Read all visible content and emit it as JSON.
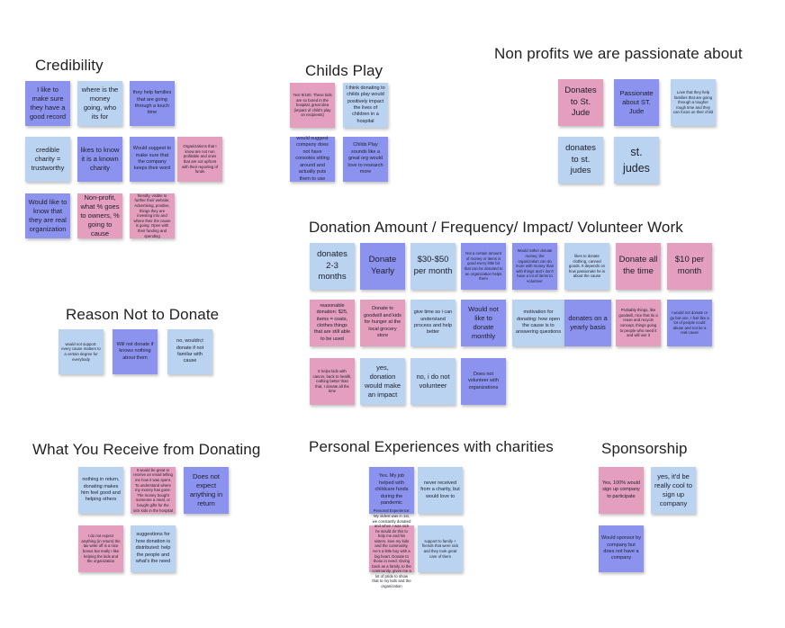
{
  "sections": [
    {
      "id": "credibility",
      "title": "Credibility"
    },
    {
      "id": "childs-play",
      "title": "Childs Play"
    },
    {
      "id": "non-profits",
      "title": "Non profits we are passionate about"
    },
    {
      "id": "donation",
      "title": "Donation Amount / Frequency/ Impact/ Volunteer Work"
    },
    {
      "id": "reason-not",
      "title": "Reason Not to Donate"
    },
    {
      "id": "receive",
      "title": "What You Receive from Donating"
    },
    {
      "id": "personal",
      "title": "Personal Experiences with charities"
    },
    {
      "id": "sponsorship",
      "title": "Sponsorship"
    }
  ],
  "colors": {
    "blue": "#b9d3f1",
    "purple": "#8c93ef",
    "pink": "#e39fbd"
  },
  "notes": [
    {
      "section": "credibility",
      "color": "purple",
      "text": "I like to make sure they have a good record"
    },
    {
      "section": "credibility",
      "color": "blue",
      "text": "where is the money going, who its for"
    },
    {
      "section": "credibility",
      "color": "purple",
      "text": "they help families that are going through a touch time"
    },
    {
      "section": "credibility",
      "color": "blue",
      "text": "credible charity = trustworthy"
    },
    {
      "section": "credibility",
      "color": "purple",
      "text": "likes to know it is a known charity"
    },
    {
      "section": "credibility",
      "color": "purple",
      "text": "Would suggest to make sure that the company keeps their word"
    },
    {
      "section": "credibility",
      "color": "pink",
      "text": "Organizations that I know are not non profitable and ones that are not upfront with their reporting of funds"
    },
    {
      "section": "credibility",
      "color": "purple",
      "text": "Would like to know that they are real organization"
    },
    {
      "section": "credibility",
      "color": "pink",
      "text": "Non-profit, what % goes to owners, % going to cause"
    },
    {
      "section": "credibility",
      "color": "pink",
      "text": "friendly, visible to further their website, Advertising, positive, things they are investing into and where their the cause is going. Open with their funding and spending"
    },
    {
      "section": "childs-play",
      "color": "pink",
      "text": "Yes! 9/100. These kids are so bored in the hospital, great idea (impact of child's play on recipients)"
    },
    {
      "section": "childs-play",
      "color": "blue",
      "text": "I think donating to childs play would positively impact the lives of children in a hospital"
    },
    {
      "section": "childs-play",
      "color": "purple",
      "text": "would suggest company does not have consoles sitting around and actually puts them to use"
    },
    {
      "section": "childs-play",
      "color": "purple",
      "text": "Childs Play sounds like a great org would love to research more"
    },
    {
      "section": "non-profits",
      "color": "pink",
      "text": "Donates to St. Jude"
    },
    {
      "section": "non-profits",
      "color": "purple",
      "text": "Passionate about ST. Jude"
    },
    {
      "section": "non-profits",
      "color": "blue",
      "text": "Love that they help families that are going through a tougher rough time and they can focus on their child"
    },
    {
      "section": "non-profits",
      "color": "blue",
      "text": "donates to st. judes"
    },
    {
      "section": "non-profits",
      "color": "blue",
      "text": "st. judes"
    },
    {
      "section": "donation",
      "color": "blue",
      "text": "donates 2-3 months"
    },
    {
      "section": "donation",
      "color": "purple",
      "text": "Donate Yearly"
    },
    {
      "section": "donation",
      "color": "blue",
      "text": "$30-$50 per month"
    },
    {
      "section": "donation",
      "color": "purple",
      "text": "Not a certain amount of money or items is good every little bit that can be donated to an organization helps them"
    },
    {
      "section": "donation",
      "color": "purple",
      "text": "Would rather donate money, the organization can do more with money than with things and I don't have a lot of items to volunteer"
    },
    {
      "section": "donation",
      "color": "blue",
      "text": "likes to donate clothing, canned goods. It depends on how passionate he is about the cause"
    },
    {
      "section": "donation",
      "color": "pink",
      "text": "Donate all the time"
    },
    {
      "section": "donation",
      "color": "pink",
      "text": "$10 per month"
    },
    {
      "section": "donation",
      "color": "pink",
      "text": "reasonable donation: $25, items = coats, clothes things that are still able to be used"
    },
    {
      "section": "donation",
      "color": "pink",
      "text": "Donate to goodwill and kids for hunger at the local grocery store"
    },
    {
      "section": "donation",
      "color": "blue",
      "text": "give time so i can understand process and help better"
    },
    {
      "section": "donation",
      "color": "purple",
      "text": "Would not like to donate monthly"
    },
    {
      "section": "donation",
      "color": "blue",
      "text": "motivation for donating: how open the cause is to answering questions"
    },
    {
      "section": "donation",
      "color": "purple",
      "text": "donates on a yearly basis"
    },
    {
      "section": "donation",
      "color": "pink",
      "text": "Probably things, like goodwill, nice that its a reuse and recycle concept, things going to people who need it and will use it"
    },
    {
      "section": "donation",
      "color": "purple",
      "text": "I would not donate or go but one, I feel like a lot of people could abuse and not be a real cause"
    },
    {
      "section": "donation",
      "color": "pink",
      "text": "It helps kids with cancer, back to health, nothing better than that, I donate all the time"
    },
    {
      "section": "donation",
      "color": "blue",
      "text": "yes, donation would make an impact"
    },
    {
      "section": "donation",
      "color": "blue",
      "text": "no, i do not volunteer"
    },
    {
      "section": "donation",
      "color": "purple",
      "text": "Does not volunteer with organizations"
    },
    {
      "section": "reason-not",
      "color": "blue",
      "text": "would not support: every cause matters to a certain degree for everybody"
    },
    {
      "section": "reason-not",
      "color": "purple",
      "text": "Will not donate if knows nothing about them"
    },
    {
      "section": "reason-not",
      "color": "blue",
      "text": "no, wouldn;t donate if not familar with cause"
    },
    {
      "section": "receive",
      "color": "blue",
      "text": "nothing in return, donating makes him feel good and helping others"
    },
    {
      "section": "receive",
      "color": "pink",
      "text": "It would be great to receive an email telling me how it was spent. To understand where my money has gone. The money bought someone a meal, or bought gifts for the sick kids in the hospital"
    },
    {
      "section": "receive",
      "color": "purple",
      "text": "Does not expect anything in return"
    },
    {
      "section": "receive",
      "color": "pink",
      "text": "I do not expect anything (in return) the tax write off is a nice bonus but really I like helping the kids and the organization"
    },
    {
      "section": "receive",
      "color": "blue",
      "text": "suggestions for how donation is distributed: help the people and what's the need"
    },
    {
      "section": "personal",
      "color": "purple",
      "text": "Yes. My job helped with childcare funds during the pandemic"
    },
    {
      "section": "personal",
      "color": "blue",
      "text": "never received from a charity, but would love to"
    },
    {
      "section": "personal",
      "color": "pink",
      "text": "Personal Experience: My oldest was in 1st, we constantly donated and when I was sick he would do this to help me and his sisters, love my kids and the community, He's a little boy with a big heart. Donate to those in need. Giving back as a family, to the community, gives me a lot of pride to show that to my kids and the organization"
    },
    {
      "section": "personal",
      "color": "blue",
      "text": "support to family + friends that were sick and they took great care of them"
    },
    {
      "section": "sponsorship",
      "color": "pink",
      "text": "Yes, 100% would sign up company to participate"
    },
    {
      "section": "sponsorship",
      "color": "blue",
      "text": "yes, it'd be really cool to sign up company"
    },
    {
      "section": "sponsorship",
      "color": "purple",
      "text": "Would sponsor by company but does not have a company"
    }
  ]
}
